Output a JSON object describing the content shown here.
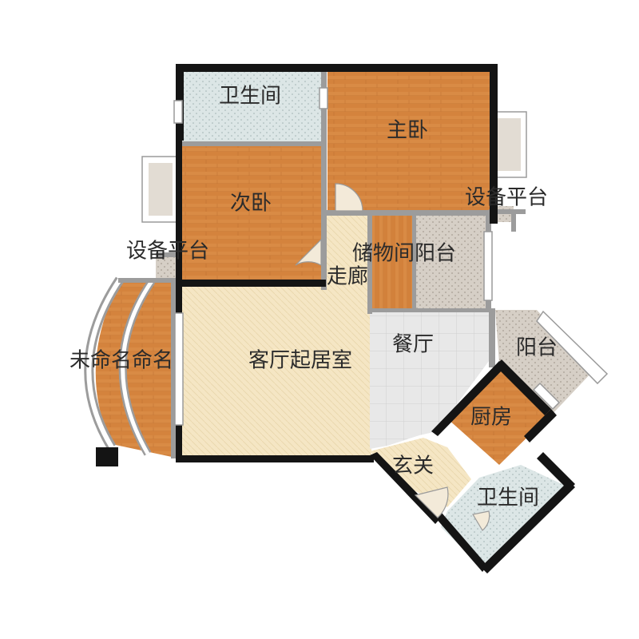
{
  "plan": {
    "rooms": {
      "bathroom_top": "卫生间",
      "master_bedroom": "主卧",
      "second_bedroom": "次卧",
      "equipment_platform_right": "设备平台",
      "equipment_platform_left": "设备平台",
      "storage_balcony": "储物间阳台",
      "corridor": "走廊",
      "unnamed": "未命名命名",
      "living_room": "客厅起居室",
      "dining_room": "餐厅",
      "balcony": "阳台",
      "kitchen": "厨房",
      "entrance": "玄关",
      "bathroom_bottom": "卫生间"
    },
    "colors": {
      "wood": "#d88a44",
      "tile_light": "#e6e6e6",
      "tile_blue": "#dde7e7",
      "tile_tan": "#d5cdc4",
      "carpet": "#f5e7c6",
      "wall": "#141414",
      "inner_wall": "#9c9c9c"
    }
  }
}
